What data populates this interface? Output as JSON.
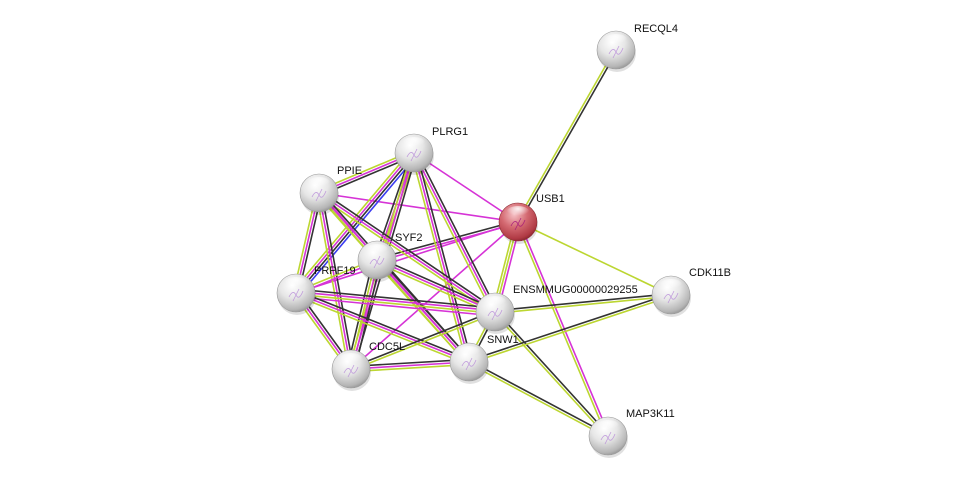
{
  "title": "Protein interaction network",
  "evidence_colors": {
    "experiments": "#d633d6",
    "textmining": "#bcd631",
    "coexpression": "#333333",
    "database": "#3b3bf0"
  },
  "nodes": [
    {
      "id": "RECQL4",
      "label": "RECQL4",
      "query": false
    },
    {
      "id": "USB1",
      "label": "USB1",
      "query": true
    },
    {
      "id": "PLRG1",
      "label": "PLRG1",
      "query": false
    },
    {
      "id": "PPIE",
      "label": "PPIE",
      "query": false
    },
    {
      "id": "SYF2",
      "label": "SYF2",
      "query": false
    },
    {
      "id": "PRPF19",
      "label": "PRPF19",
      "query": false
    },
    {
      "id": "ENSMMUG00000029255",
      "label": "ENSMMUG00000029255",
      "query": false
    },
    {
      "id": "CDK11B",
      "label": "CDK11B",
      "query": false
    },
    {
      "id": "CDC5L",
      "label": "CDC5L",
      "query": false
    },
    {
      "id": "SNW1",
      "label": "SNW1",
      "query": false
    },
    {
      "id": "MAP3K11",
      "label": "MAP3K11",
      "query": false
    }
  ],
  "edges": [
    {
      "a": "USB1",
      "b": "RECQL4",
      "evidence": [
        "textmining",
        "coexpression"
      ]
    },
    {
      "a": "USB1",
      "b": "PLRG1",
      "evidence": [
        "experiments"
      ]
    },
    {
      "a": "USB1",
      "b": "PPIE",
      "evidence": [
        "experiments"
      ]
    },
    {
      "a": "USB1",
      "b": "SYF2",
      "evidence": [
        "experiments",
        "coexpression"
      ]
    },
    {
      "a": "USB1",
      "b": "PRPF19",
      "evidence": [
        "experiments"
      ]
    },
    {
      "a": "USB1",
      "b": "ENSMMUG00000029255",
      "evidence": [
        "experiments",
        "textmining",
        "textmining"
      ]
    },
    {
      "a": "USB1",
      "b": "CDC5L",
      "evidence": [
        "experiments"
      ]
    },
    {
      "a": "USB1",
      "b": "CDK11B",
      "evidence": [
        "textmining"
      ]
    },
    {
      "a": "USB1",
      "b": "MAP3K11",
      "evidence": [
        "experiments",
        "textmining"
      ]
    },
    {
      "a": "PLRG1",
      "b": "PPIE",
      "evidence": [
        "coexpression",
        "experiments",
        "textmining"
      ]
    },
    {
      "a": "PLRG1",
      "b": "PRPF19",
      "evidence": [
        "database",
        "coexpression",
        "experiments",
        "textmining"
      ]
    },
    {
      "a": "PLRG1",
      "b": "SYF2",
      "evidence": [
        "textmining",
        "experiments",
        "coexpression"
      ]
    },
    {
      "a": "PLRG1",
      "b": "CDC5L",
      "evidence": [
        "coexpression",
        "experiments",
        "textmining"
      ]
    },
    {
      "a": "PLRG1",
      "b": "ENSMMUG00000029255",
      "evidence": [
        "coexpression",
        "experiments",
        "textmining"
      ]
    },
    {
      "a": "PLRG1",
      "b": "SNW1",
      "evidence": [
        "coexpression",
        "experiments",
        "textmining"
      ]
    },
    {
      "a": "PPIE",
      "b": "PRPF19",
      "evidence": [
        "coexpression",
        "experiments",
        "textmining"
      ]
    },
    {
      "a": "PPIE",
      "b": "CDC5L",
      "evidence": [
        "coexpression",
        "experiments",
        "textmining"
      ]
    },
    {
      "a": "PPIE",
      "b": "ENSMMUG00000029255",
      "evidence": [
        "coexpression",
        "experiments",
        "textmining"
      ]
    },
    {
      "a": "PPIE",
      "b": "SNW1",
      "evidence": [
        "coexpression",
        "experiments",
        "textmining"
      ]
    },
    {
      "a": "PPIE",
      "b": "SYF2",
      "evidence": [
        "experiments",
        "textmining"
      ]
    },
    {
      "a": "SYF2",
      "b": "PRPF19",
      "evidence": [
        "experiments",
        "textmining"
      ]
    },
    {
      "a": "SYF2",
      "b": "CDC5L",
      "evidence": [
        "coexpression",
        "experiments",
        "textmining",
        "coexpression"
      ]
    },
    {
      "a": "SYF2",
      "b": "ENSMMUG00000029255",
      "evidence": [
        "coexpression",
        "experiments",
        "textmining"
      ]
    },
    {
      "a": "SYF2",
      "b": "SNW1",
      "evidence": [
        "coexpression",
        "experiments",
        "textmining"
      ]
    },
    {
      "a": "PRPF19",
      "b": "CDC5L",
      "evidence": [
        "coexpression",
        "experiments",
        "textmining"
      ]
    },
    {
      "a": "PRPF19",
      "b": "ENSMMUG00000029255",
      "evidence": [
        "coexpression",
        "experiments",
        "textmining",
        "experiments"
      ]
    },
    {
      "a": "PRPF19",
      "b": "SNW1",
      "evidence": [
        "coexpression",
        "experiments",
        "textmining"
      ]
    },
    {
      "a": "CDC5L",
      "b": "SNW1",
      "evidence": [
        "coexpression",
        "experiments",
        "textmining"
      ]
    },
    {
      "a": "CDC5L",
      "b": "ENSMMUG00000029255",
      "evidence": [
        "coexpression",
        "textmining"
      ]
    },
    {
      "a": "ENSMMUG00000029255",
      "b": "SNW1",
      "evidence": [
        "coexpression",
        "textmining"
      ]
    },
    {
      "a": "ENSMMUG00000029255",
      "b": "CDK11B",
      "evidence": [
        "coexpression",
        "textmining"
      ]
    },
    {
      "a": "ENSMMUG00000029255",
      "b": "MAP3K11",
      "evidence": [
        "coexpression",
        "textmining"
      ]
    },
    {
      "a": "SNW1",
      "b": "CDK11B",
      "evidence": [
        "coexpression",
        "textmining"
      ]
    },
    {
      "a": "SNW1",
      "b": "MAP3K11",
      "evidence": [
        "coexpression",
        "textmining"
      ]
    }
  ]
}
